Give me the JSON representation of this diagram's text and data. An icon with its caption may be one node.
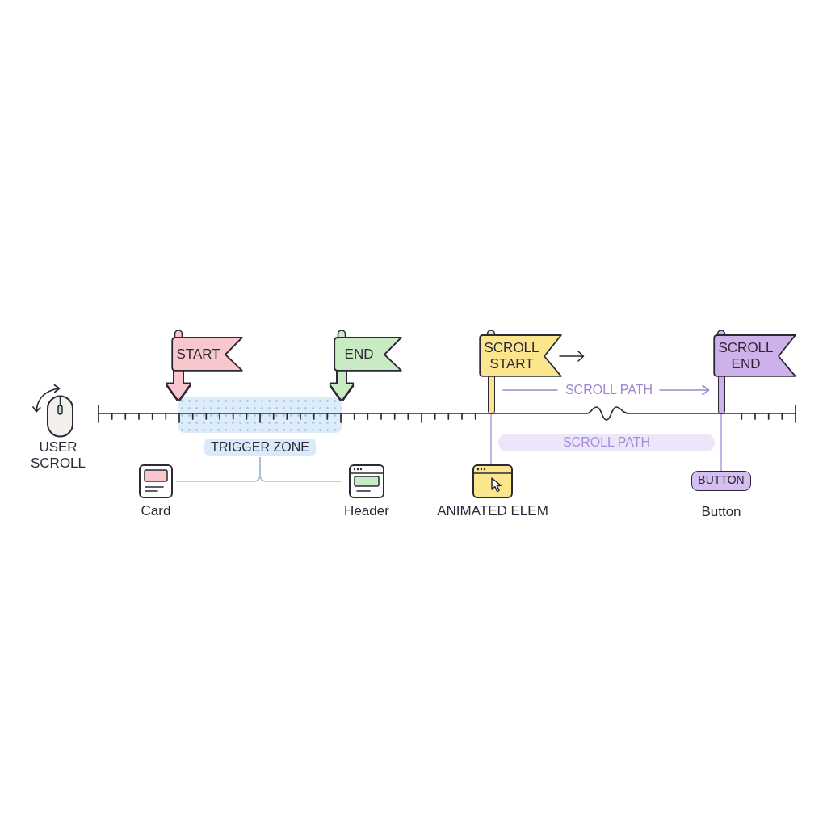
{
  "diagram": {
    "nodes": [
      {
        "text": [
          "USER SCROLL"
        ]
      },
      {
        "text": [
          "START"
        ]
      },
      {
        "text": [
          "END"
        ]
      },
      {
        "text": [
          "SCROLL START"
        ]
      },
      {
        "text": [
          "SCROLL END"
        ]
      },
      {
        "text": [
          "TRIGGER ZONE"
        ]
      },
      {
        "text": [
          "SCROLL PATH"
        ]
      },
      {
        "text": [
          "Card"
        ]
      },
      {
        "text": [
          "Header"
        ]
      },
      {
        "text": [
          "ANIMATED ELEM"
        ]
      },
      {
        "text": [
          "BUTTON"
        ],
        "beside": [
          "Button"
        ]
      }
    ],
    "edges": [
      {
        "from": 1,
        "to": 5,
        "arrow": "to",
        "style": "thick",
        "color": "#f8c7cd"
      },
      {
        "from": 2,
        "to": 5,
        "arrow": "to",
        "style": "thick",
        "color": "#c9ebc3"
      },
      {
        "from": 7,
        "to": 5,
        "arrow": "none",
        "color": "#a9bfd3"
      },
      {
        "from": 8,
        "to": 5,
        "arrow": "none",
        "color": "#a9bfd3"
      },
      {
        "from": 3,
        "to": 9,
        "arrow": "none",
        "color": "#b9a6e2"
      },
      {
        "from": 4,
        "to": 10,
        "arrow": "none",
        "color": "#b9a6e2"
      }
    ],
    "labels": [
      "SCROLL PATH"
    ]
  }
}
